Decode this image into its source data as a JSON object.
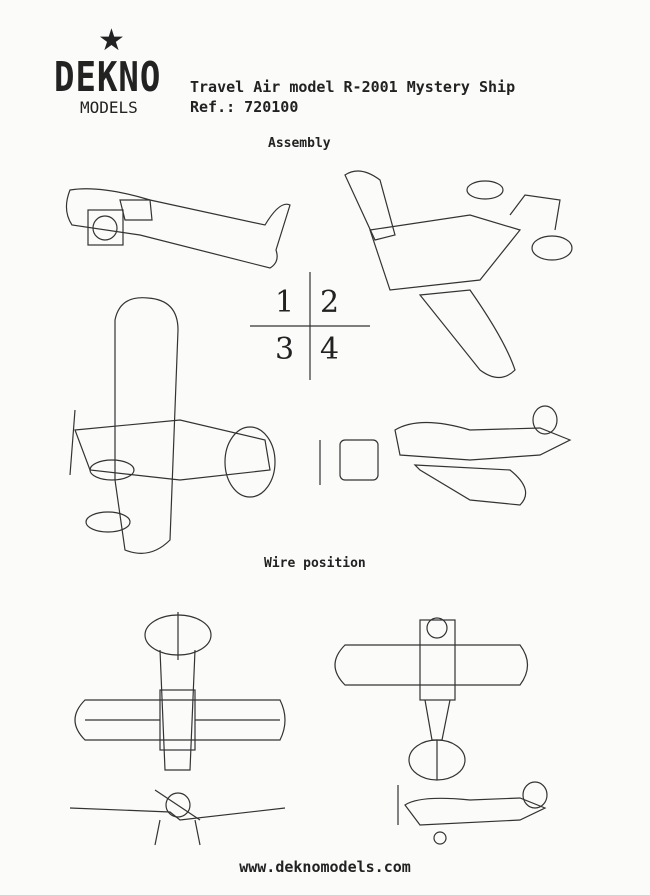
{
  "logo": {
    "brand": "DEKNO",
    "sub": "MODELS",
    "star": "★"
  },
  "header": {
    "title": "Travel Air model R-2001 Mystery Ship",
    "ref": "Ref.: 720100"
  },
  "sections": {
    "assembly": "Assembly",
    "wire": "Wire position"
  },
  "steps": [
    "1",
    "2",
    "3",
    "4"
  ],
  "footer": {
    "url": "www.deknomodels.com"
  }
}
